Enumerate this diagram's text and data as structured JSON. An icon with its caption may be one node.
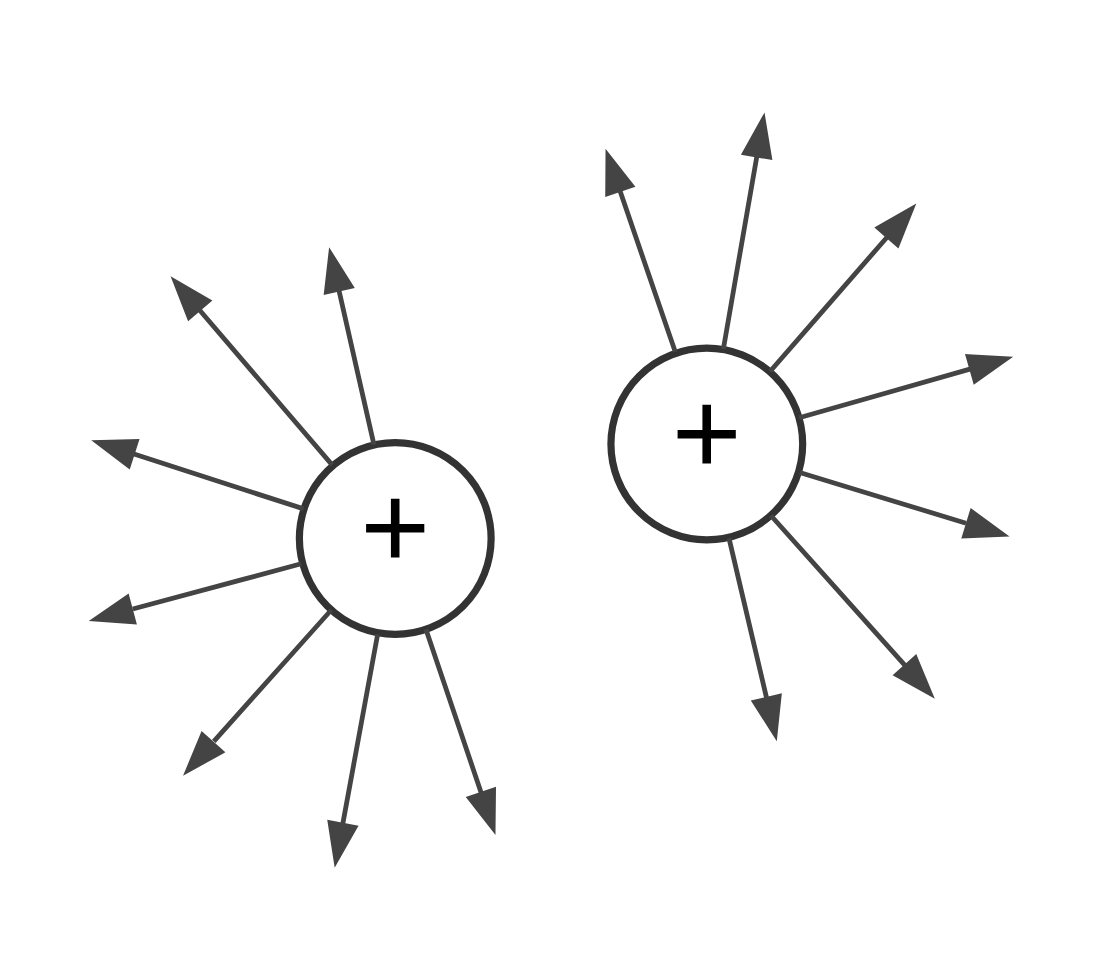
{
  "diagram": {
    "nodes": [
      {
        "text": [
          "+"
        ]
      },
      {
        "text": [
          "+"
        ]
      }
    ],
    "edges": [
      {
        "from": 0,
        "to": null,
        "arrow": "to"
      },
      {
        "from": 0,
        "to": null,
        "arrow": "to"
      },
      {
        "from": 0,
        "to": null,
        "arrow": "to"
      },
      {
        "from": 0,
        "to": null,
        "arrow": "to"
      },
      {
        "from": 0,
        "to": null,
        "arrow": "to"
      },
      {
        "from": 0,
        "to": null,
        "arrow": "to"
      },
      {
        "from": 0,
        "to": null,
        "arrow": "to"
      },
      {
        "from": 1,
        "to": null,
        "arrow": "to"
      },
      {
        "from": 1,
        "to": null,
        "arrow": "to"
      },
      {
        "from": 1,
        "to": null,
        "arrow": "to"
      },
      {
        "from": 1,
        "to": null,
        "arrow": "to"
      },
      {
        "from": 1,
        "to": null,
        "arrow": "to"
      },
      {
        "from": 1,
        "to": null,
        "arrow": "to"
      },
      {
        "from": 1,
        "to": null,
        "arrow": "to"
      }
    ]
  }
}
